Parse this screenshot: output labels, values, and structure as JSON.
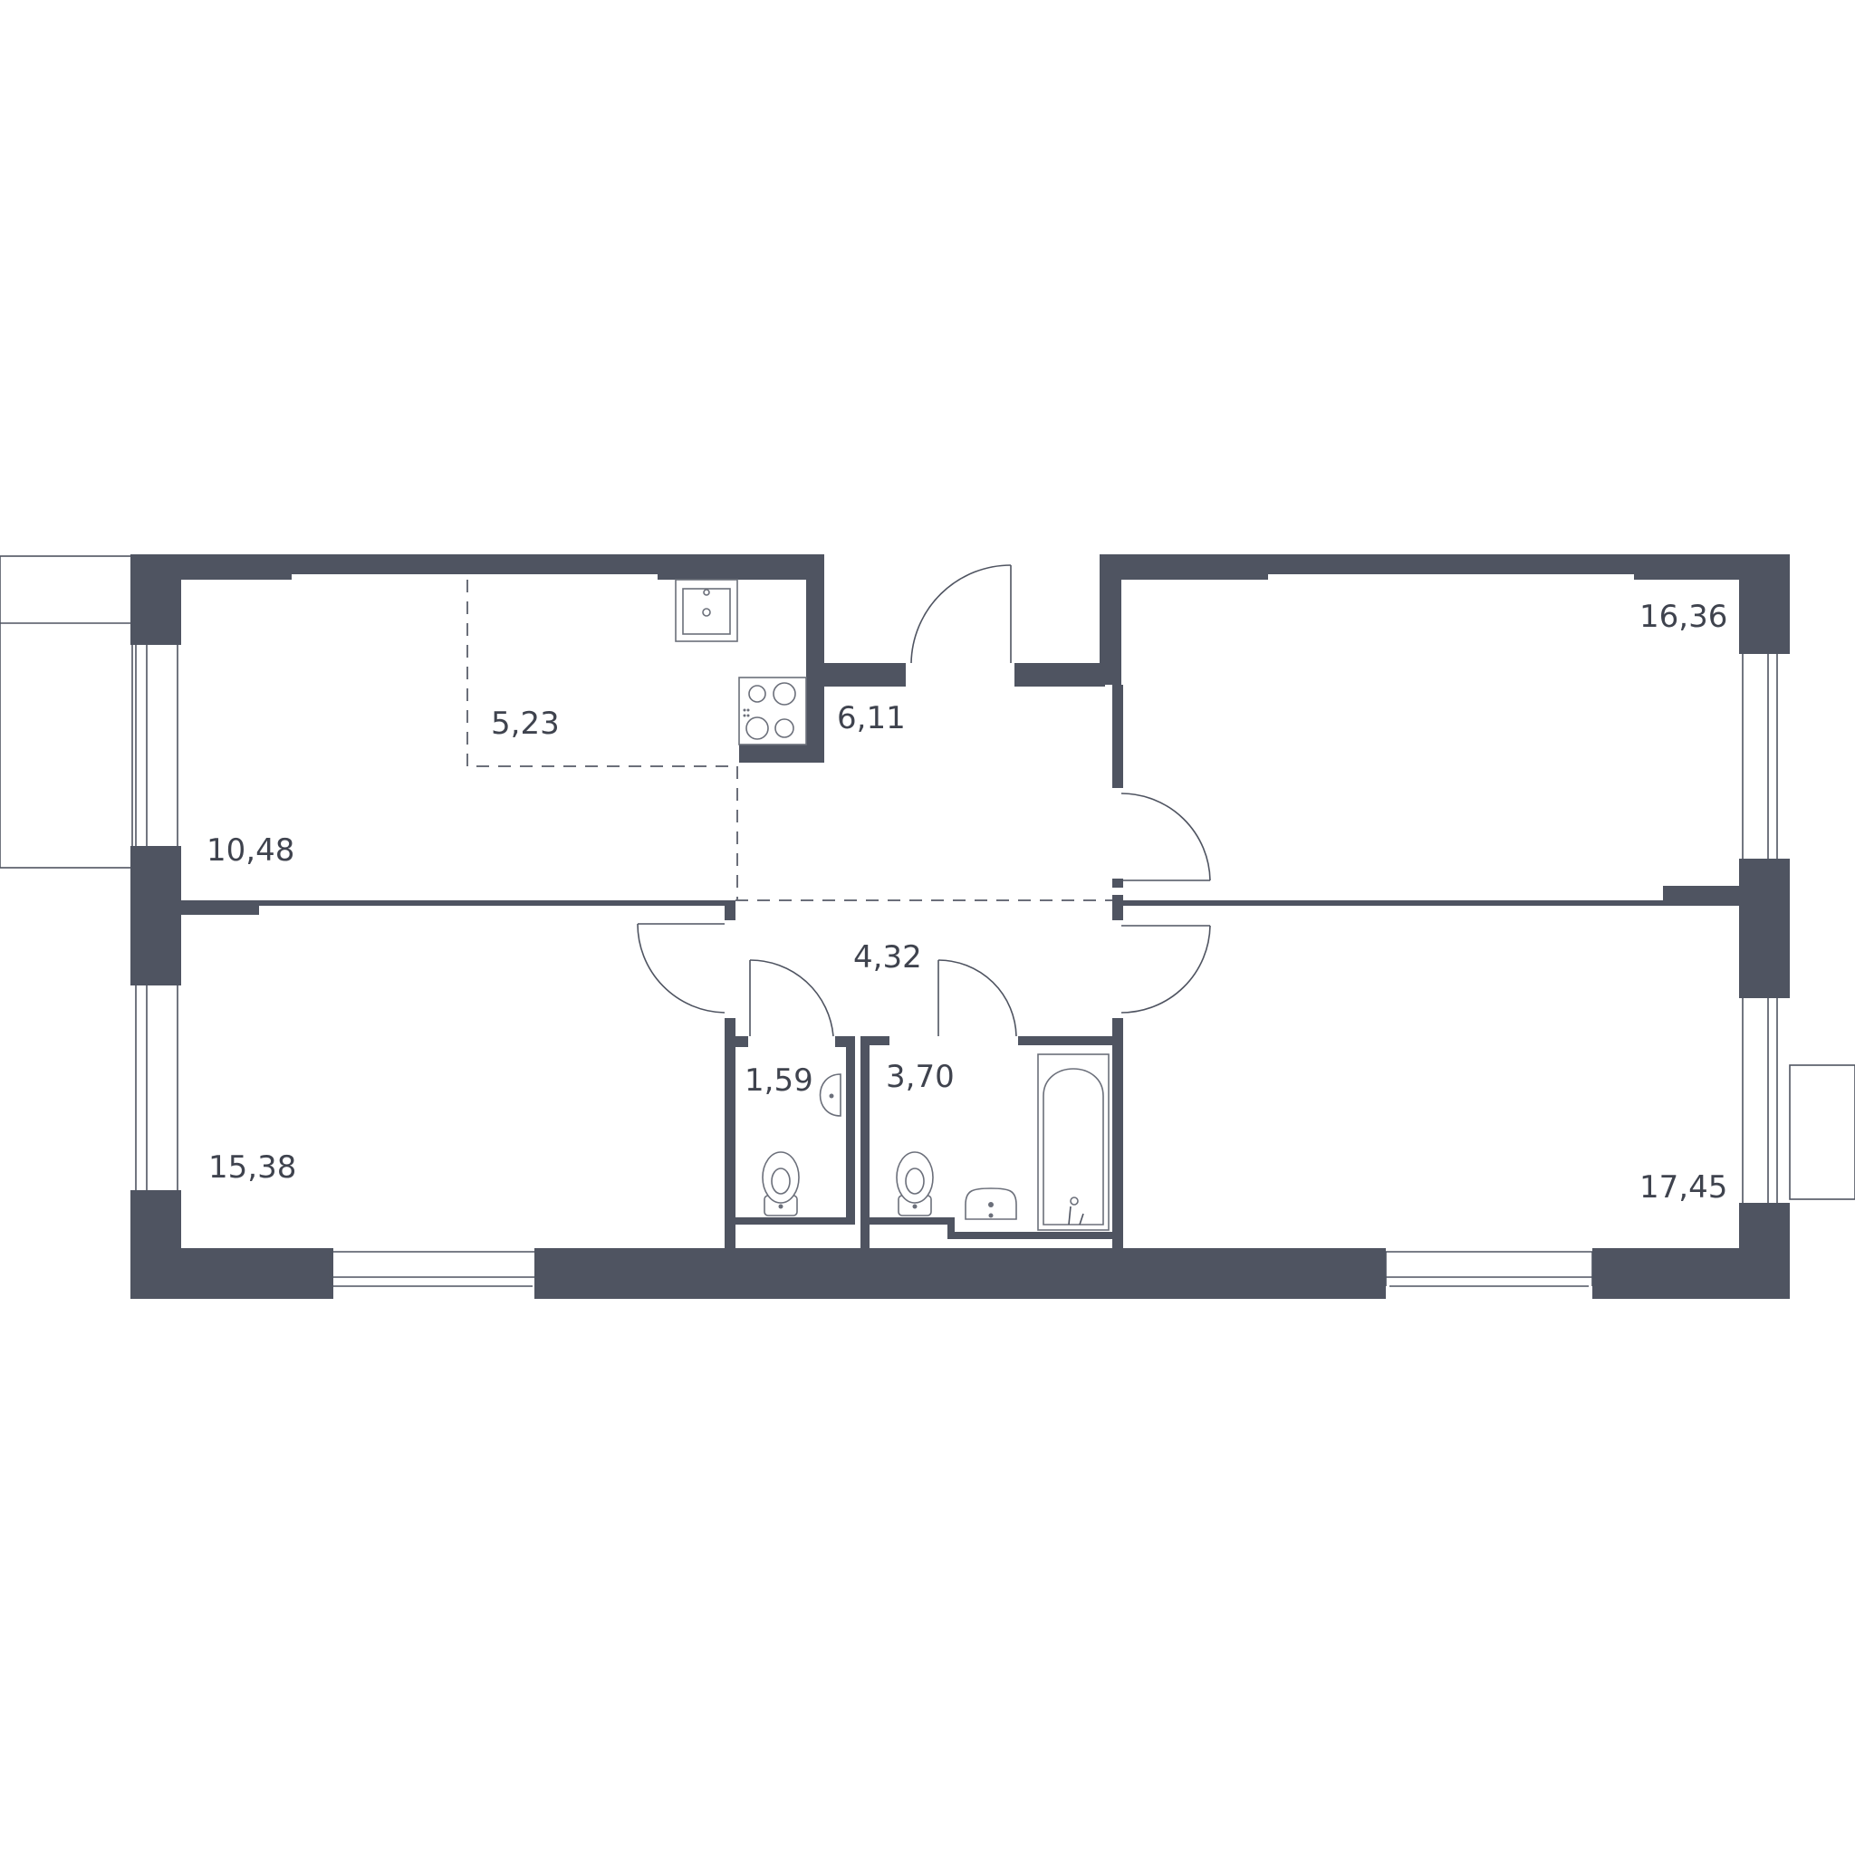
{
  "plan": {
    "wall_color": "#4f5461",
    "rooms": [
      {
        "id": "room-living-left",
        "area": "10,48"
      },
      {
        "id": "room-kitchen",
        "area": "5,23"
      },
      {
        "id": "room-hall-top",
        "area": "6,11"
      },
      {
        "id": "room-bedroom-top-right",
        "area": "16,36"
      },
      {
        "id": "room-corridor",
        "area": "4,32"
      },
      {
        "id": "room-bedroom-bottom-left",
        "area": "15,38"
      },
      {
        "id": "room-wc",
        "area": "1,59"
      },
      {
        "id": "room-bathroom",
        "area": "3,70"
      },
      {
        "id": "room-bedroom-bottom-right",
        "area": "17,45"
      }
    ]
  }
}
